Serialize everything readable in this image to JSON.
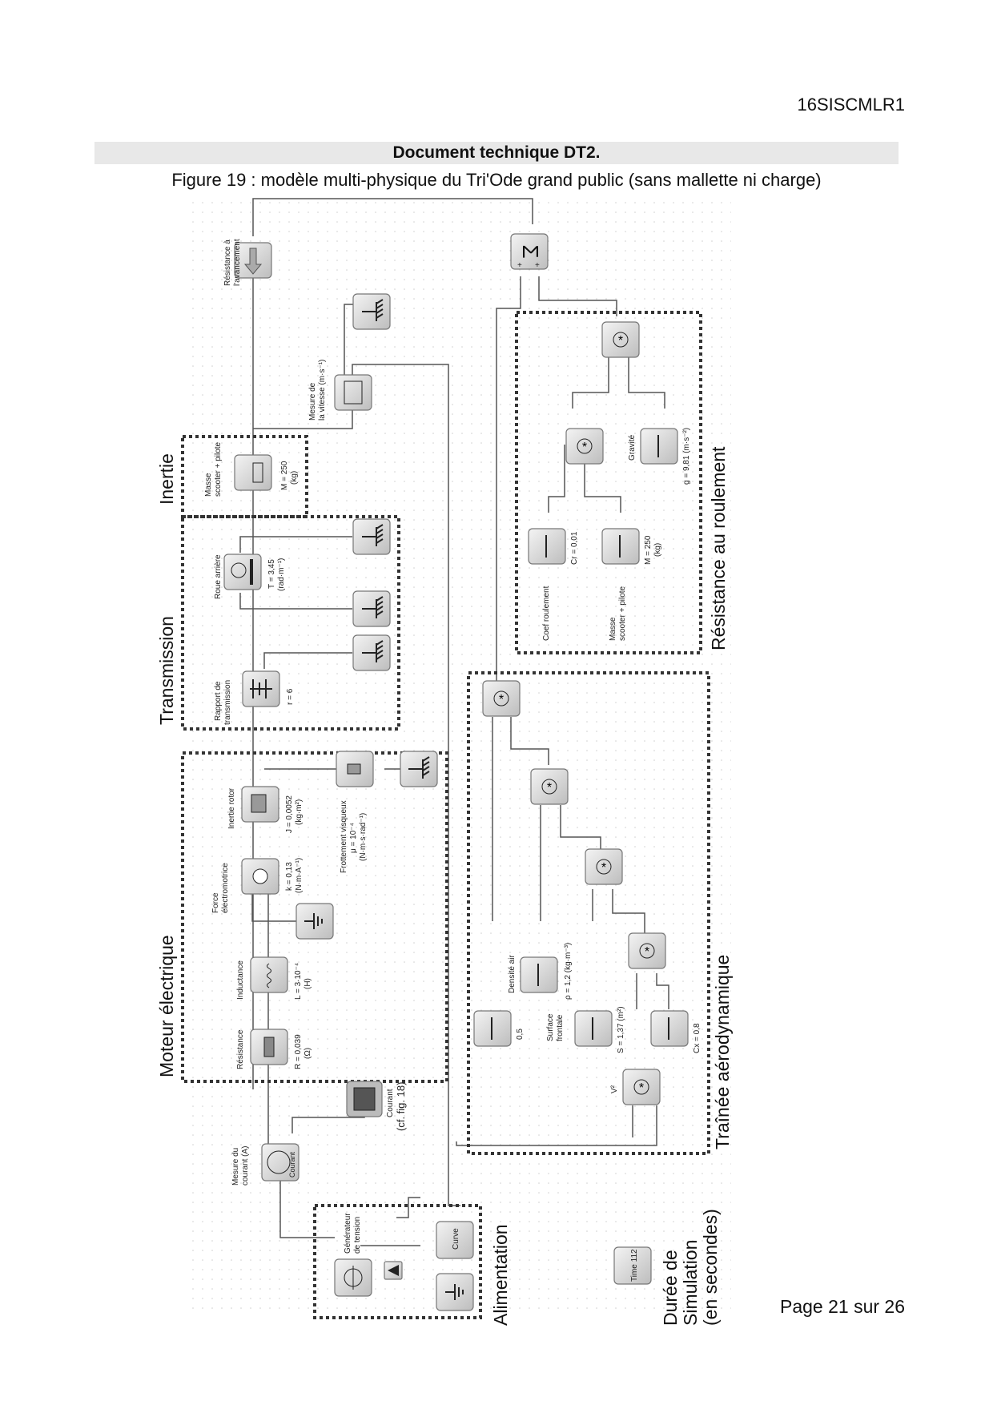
{
  "header": {
    "doc_code": "16SISCMLR1",
    "title": "Document technique DT2.",
    "subtitle": "Figure 19 :  modèle multi-physique du Tri'Ode grand public (sans mallette ni charge)"
  },
  "footer": {
    "page": "Page 21 sur 26"
  },
  "zones": {
    "inertie": "Inertie",
    "transmission": "Transmission",
    "moteur": "Moteur électrique",
    "alimentation": "Alimentation",
    "roulement": "Résistance au roulement",
    "trainee": "Traînée aérodynamique",
    "duree_1": "Durée de",
    "duree_2": "Simulation",
    "duree_3": "(en secondes)"
  },
  "blocks": {
    "resistance_avancement": {
      "label_1": "Résistance à",
      "label_2": "l'avancement"
    },
    "mesure_vitesse": {
      "label_1": "Mesure de",
      "label_2": "la vitesse  (m·s⁻¹)"
    },
    "masse": {
      "label_1": "Masse",
      "label_2": "scooter + pilote",
      "value": "M = 250",
      "unit": "(kg)"
    },
    "roue": {
      "label": "Roue arrière",
      "value": "T = 3,45",
      "unit": "(rad·m⁻¹)"
    },
    "rapport": {
      "label_1": "Rapport de",
      "label_2": "transmission",
      "value": "r = 6"
    },
    "inertie_rotor": {
      "label": "Inertie rotor",
      "value": "J = 0,0052",
      "unit": "(kg·m²)"
    },
    "frottement": {
      "label": "Frottement visqueux",
      "value": "μ = 10⁻⁴",
      "unit": "(N·m·s·rad⁻¹)"
    },
    "fem": {
      "label_1": "Force",
      "label_2": "électromotrice",
      "value": "k = 0,13",
      "unit": "(N·m·A⁻¹)"
    },
    "inductance": {
      "label": "Inductance",
      "value": "L = 3·10⁻⁴",
      "unit": "(H)"
    },
    "resistance": {
      "label": "Résistance",
      "value": "R = 0,039",
      "unit": "(Ω)"
    },
    "mesure_courant": {
      "label_1": "Mesure du",
      "label_2": "courant (A)",
      "glyph": "Courant"
    },
    "courant_scope": {
      "label_1": "Courant",
      "label_2": "(cf. fig. 18)"
    },
    "generateur": {
      "label_1": "Générateur",
      "label_2": "de tension"
    },
    "curve": {
      "glyph": "Curve"
    },
    "time": {
      "glyph": "Time 112"
    },
    "coef_roulement": {
      "label": "Coef roulement",
      "value": "Cr =   0,01"
    },
    "masse_roulement": {
      "label_1": "Masse",
      "label_2": "scooter + pilote",
      "value": "M =  250",
      "unit": "(kg)"
    },
    "gravite": {
      "label": "Gravité",
      "value": "g =   9,81  (m·s⁻²)"
    },
    "demi": {
      "value": "0,5"
    },
    "densite": {
      "label": "Densité air",
      "value": "ρ = 1,2  (kg·m⁻³)"
    },
    "surface": {
      "label_1": "Surface",
      "label_2": "frontale",
      "value": "S = 1,37 (m²)"
    },
    "cx": {
      "value": "Cx =   0,8"
    },
    "v2": {
      "label": "V²"
    },
    "sum": {
      "glyph": "Σ",
      "plus": "+"
    }
  }
}
